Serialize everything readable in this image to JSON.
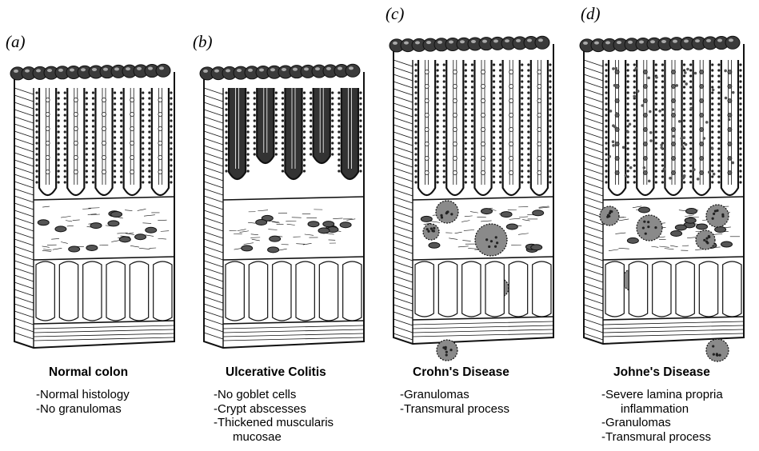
{
  "panels": [
    {
      "letter": "(a)",
      "title": "Normal colon",
      "notes": [
        "-Normal histology",
        "-No granulomas"
      ]
    },
    {
      "letter": "(b)",
      "title": "Ulcerative Colitis",
      "notes": [
        "-No goblet cells",
        "-Crypt abscesses",
        "-Thickened muscularis",
        "mucosae"
      ]
    },
    {
      "letter": "(c)",
      "title": "Crohn's Disease",
      "notes": [
        "-Granulomas",
        "-Transmural process"
      ]
    },
    {
      "letter": "(d)",
      "title": "Johne's Disease",
      "notes": [
        "-Severe lamina propria",
        "inflammation",
        "-Granulomas",
        "-Transmural process"
      ]
    }
  ]
}
